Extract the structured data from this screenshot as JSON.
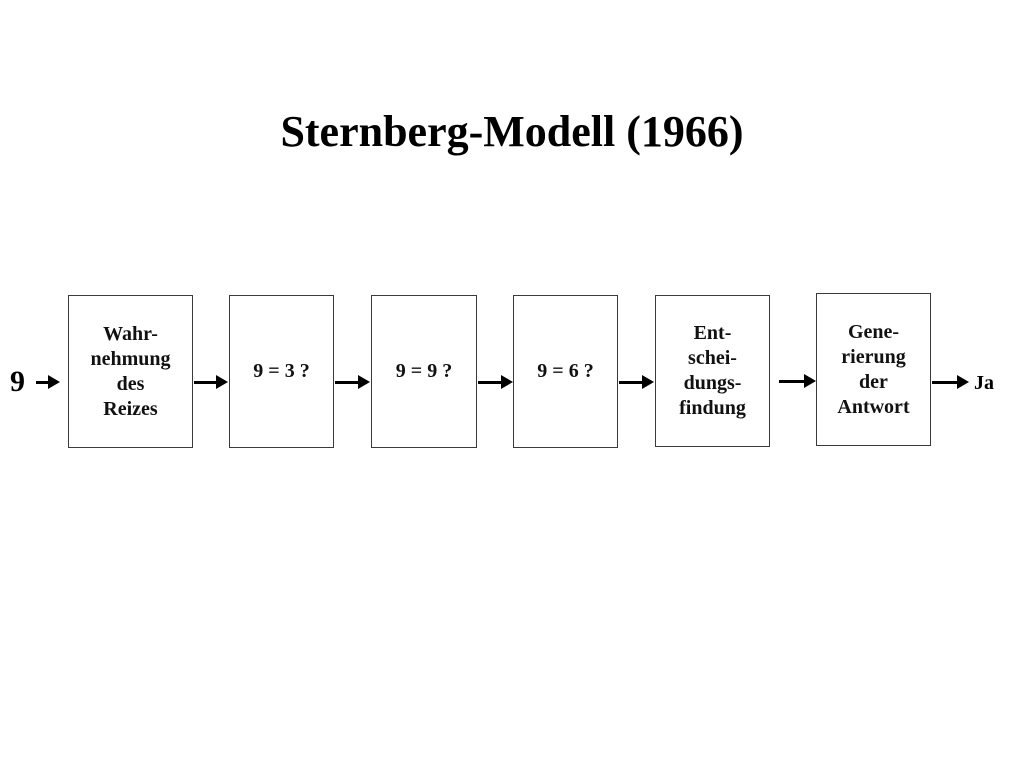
{
  "title": "Sternberg-Modell (1966)",
  "input": "9",
  "output": "Ja",
  "stages": [
    {
      "label": "Wahr-\nnehmung\ndes\nReizes"
    },
    {
      "label": "9 = 3 ?"
    },
    {
      "label": "9 = 9 ?"
    },
    {
      "label": "9 = 6 ?"
    },
    {
      "label": "Ent-\nschei-\ndungs-\nfindung"
    },
    {
      "label": "Gene-\nrierung\nder\nAntwort"
    }
  ],
  "colors": {
    "background": "#ffffff",
    "text": "#000000",
    "box_border": "#3a3a3a",
    "arrow": "#000000"
  }
}
